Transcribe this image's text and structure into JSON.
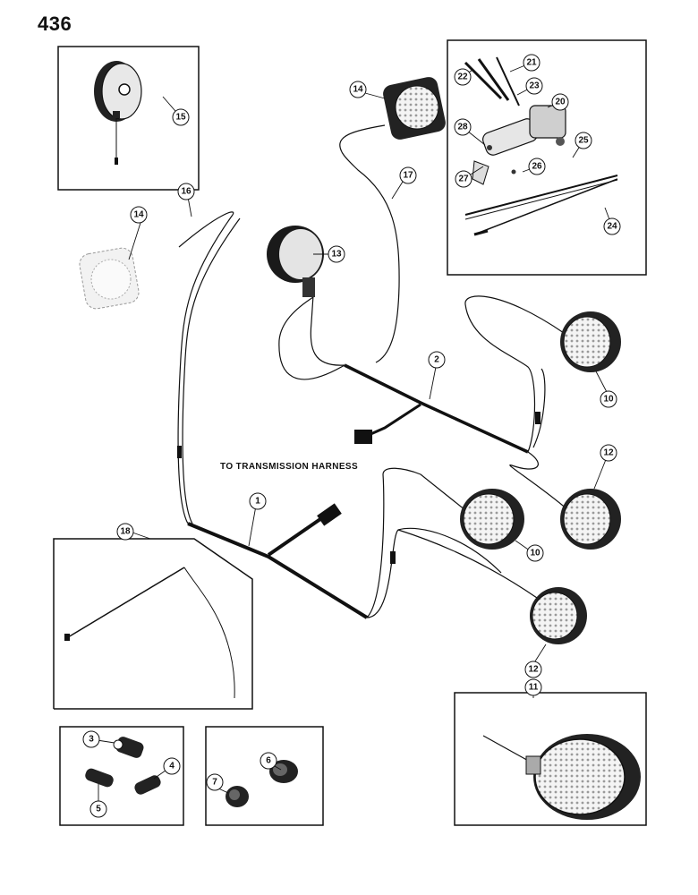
{
  "page_number": "436",
  "caption": "TO TRANSMISSION HARNESS",
  "callouts": {
    "c1": "1",
    "c2": "2",
    "c3": "3",
    "c4": "4",
    "c5": "5",
    "c6": "6",
    "c7": "7",
    "c10a": "10",
    "c10b": "10",
    "c11": "11",
    "c12a": "12",
    "c12b": "12",
    "c13": "13",
    "c14a": "14",
    "c14b": "14",
    "c15": "15",
    "c16": "16",
    "c17": "17",
    "c18": "18",
    "c20": "20",
    "c21": "21",
    "c22": "22",
    "c23": "23",
    "c24": "24",
    "c25": "25",
    "c26": "26",
    "c27": "27",
    "c28": "28"
  }
}
